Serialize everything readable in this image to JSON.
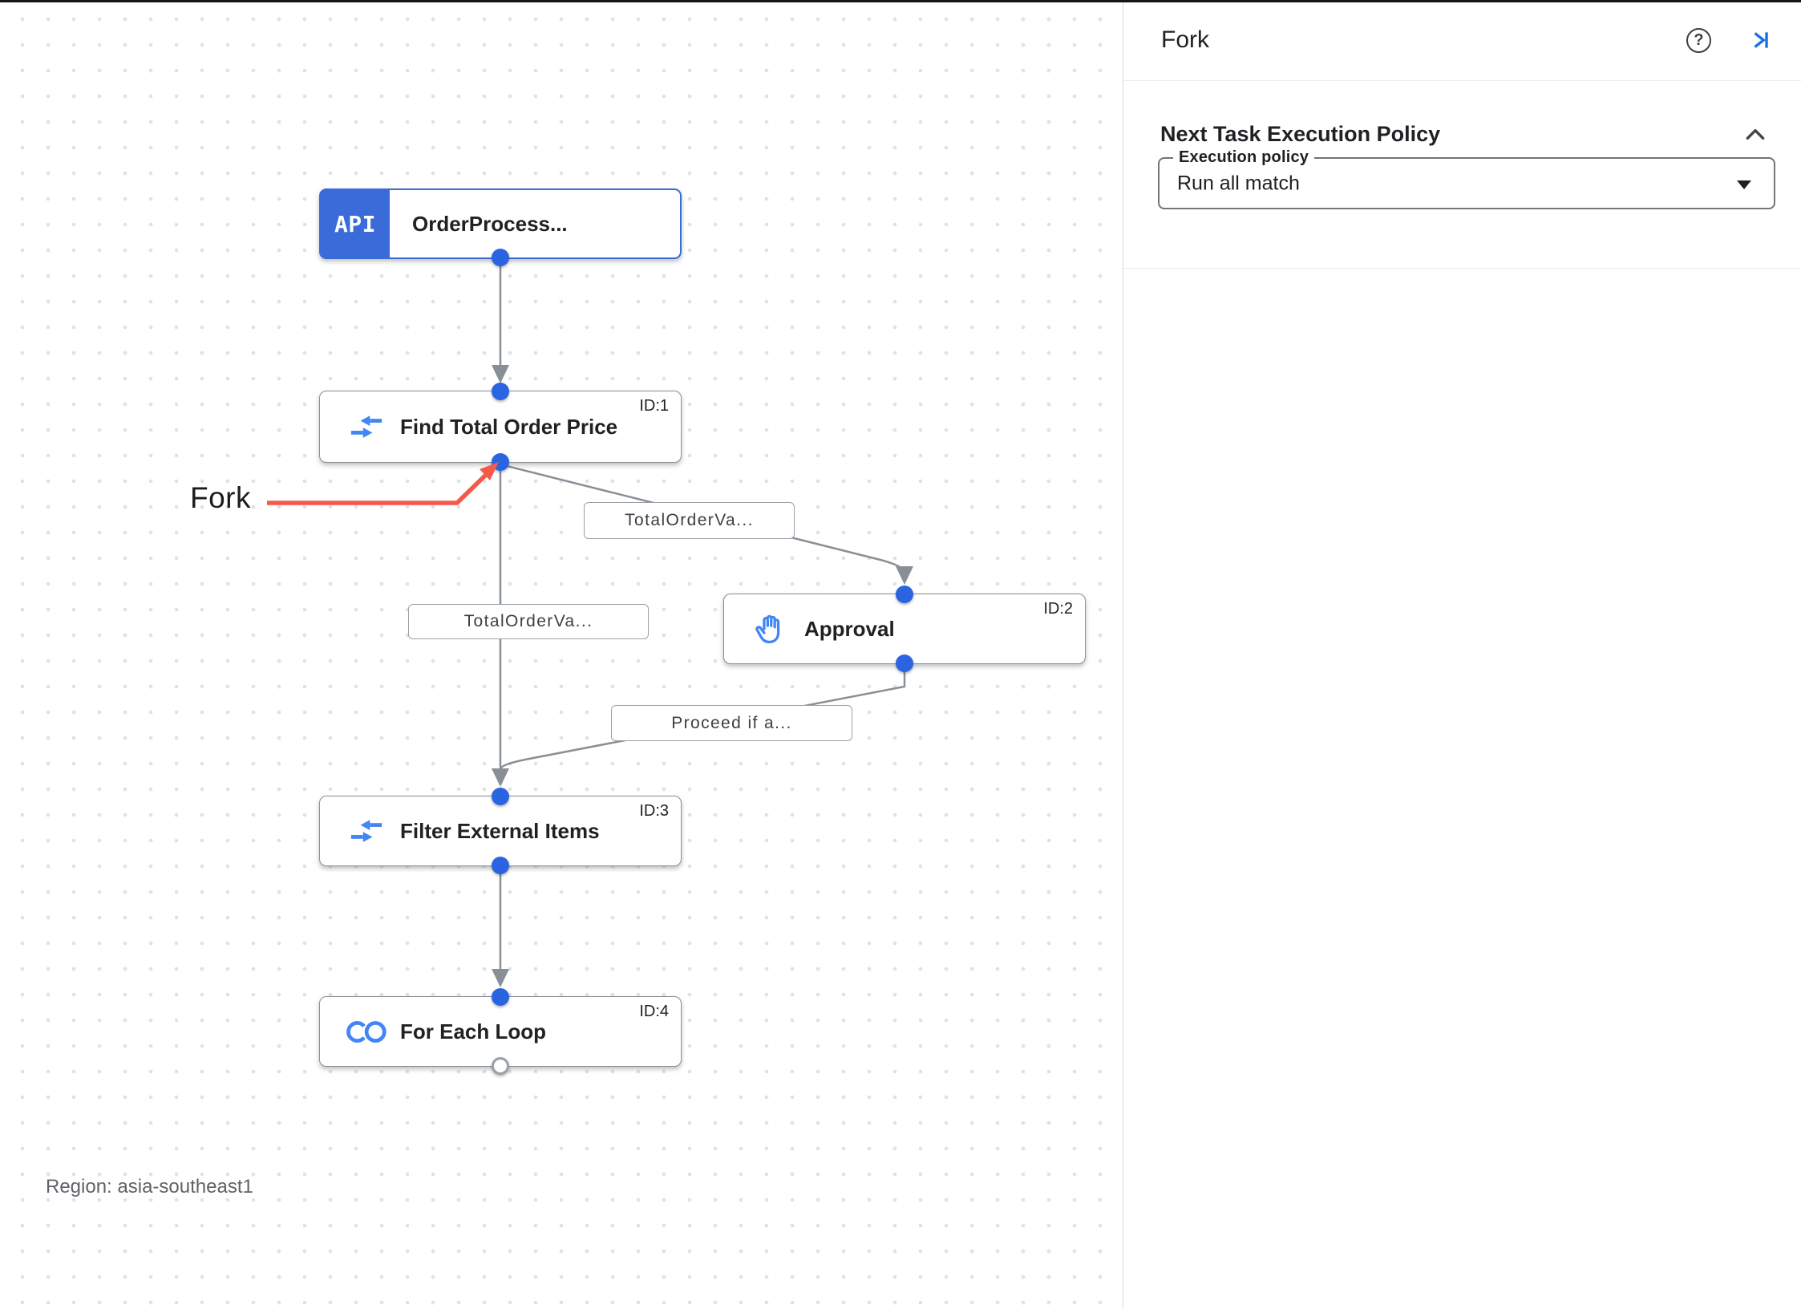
{
  "colors": {
    "accent_blue": "#3b6bd9",
    "icon_blue": "#4285f4",
    "port_blue": "#2b64e0",
    "edge_gray": "#898f96",
    "annotation_red": "#f4594c",
    "link_blue": "#1a73e8"
  },
  "canvas": {
    "region_label": "Region: asia-southeast1",
    "annotation": {
      "label": "Fork"
    },
    "nodes": [
      {
        "badge": "API",
        "title": "OrderProcess...",
        "id_label": "",
        "icon": "api-trigger"
      },
      {
        "title": "Find Total Order Price",
        "id_label": "ID:1",
        "icon": "data-mapping"
      },
      {
        "title": "Approval",
        "id_label": "ID:2",
        "icon": "approval-hand"
      },
      {
        "title": "Filter External Items",
        "id_label": "ID:3",
        "icon": "data-mapping"
      },
      {
        "title": "For Each Loop",
        "id_label": "ID:4",
        "icon": "for-each-loop"
      }
    ],
    "edge_labels": [
      "TotalOrderVa...",
      "TotalOrderVa...",
      "Proceed if a..."
    ]
  },
  "panel": {
    "title": "Fork",
    "section": {
      "heading": "Next Task Execution Policy",
      "field_label": "Execution policy",
      "field_value": "Run all match"
    }
  }
}
